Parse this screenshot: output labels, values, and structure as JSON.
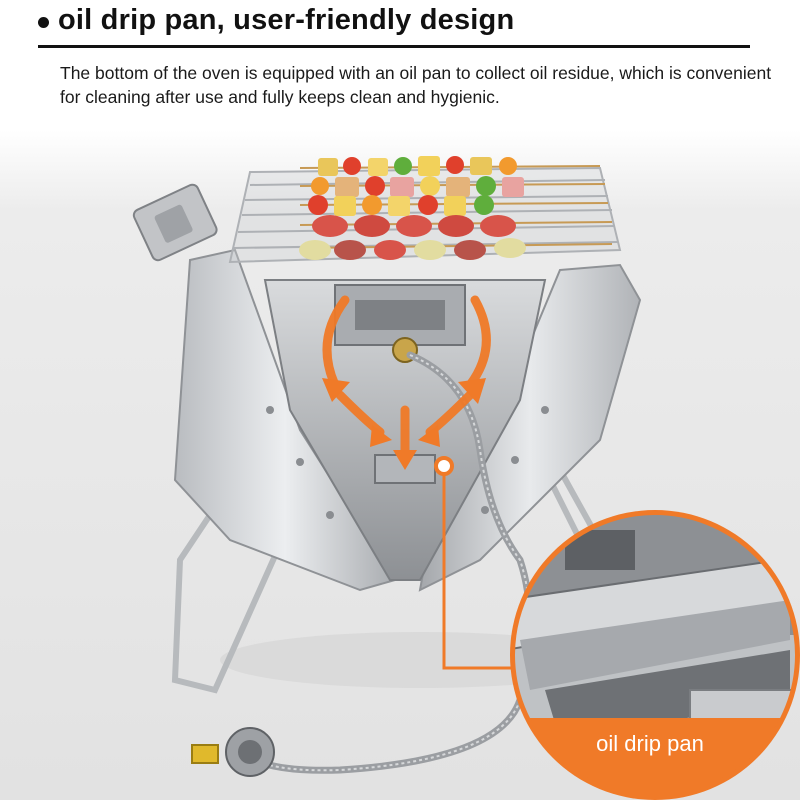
{
  "header": {
    "title": "oil drip pan, user-friendly design",
    "description": "The bottom of the oven is equipped with an oil pan to collect oil residue, which is convenient for cleaning after use and fully keeps clean and hygienic."
  },
  "callout": {
    "label": "oil drip pan"
  },
  "icons": [
    "bullet-dot-icon",
    "arrow-down-icon",
    "arrow-curve-left-icon",
    "arrow-curve-right-icon"
  ],
  "colors": {
    "accent": "#f07a28",
    "text": "#111111",
    "steel": "#c7c9cc",
    "background": "#e6e6e6"
  }
}
